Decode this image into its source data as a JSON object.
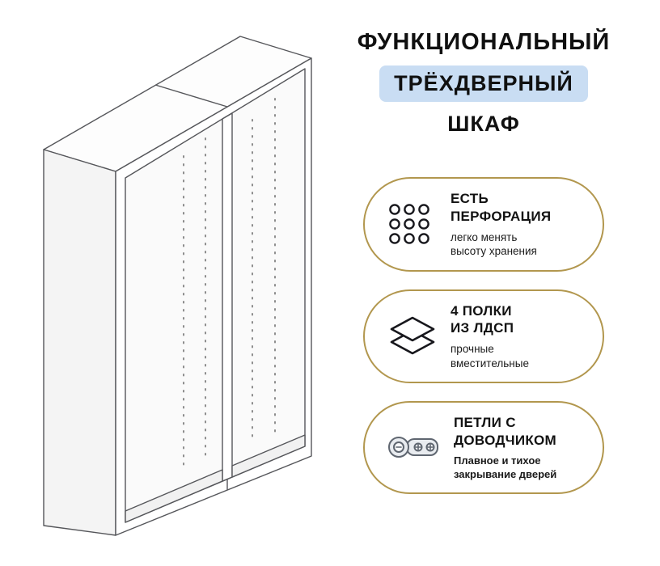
{
  "colors": {
    "background": "#ffffff",
    "accent_gold": "#b2974e",
    "highlight_blue": "#c9ddf3",
    "text": "#111111"
  },
  "title": {
    "line1": "ФУНКЦИОНАЛЬНЫЙ",
    "line2": "ТРЁХДВЕРНЫЙ",
    "line3": "ШКАФ"
  },
  "illustration": {
    "name": "wardrobe-frame-line-drawing"
  },
  "features": [
    {
      "icon": "perforation-dots-icon",
      "title_line1": "ЕСТЬ",
      "title_line2": "ПЕРФОРАЦИЯ",
      "subtitle_line1": "легко менять",
      "subtitle_line2": "высоту хранения"
    },
    {
      "icon": "stacked-shelves-icon",
      "title_line1": "4 ПОЛКИ",
      "title_line2": "ИЗ ЛДСП",
      "subtitle_line1": "прочные",
      "subtitle_line2": "вместительные"
    },
    {
      "icon": "door-hinge-icon",
      "title_line1": "ПЕТЛИ С",
      "title_line2": "ДОВОДЧИКОМ",
      "subtitle_line1": "Плавное и тихое",
      "subtitle_line2": "закрывание дверей"
    }
  ]
}
